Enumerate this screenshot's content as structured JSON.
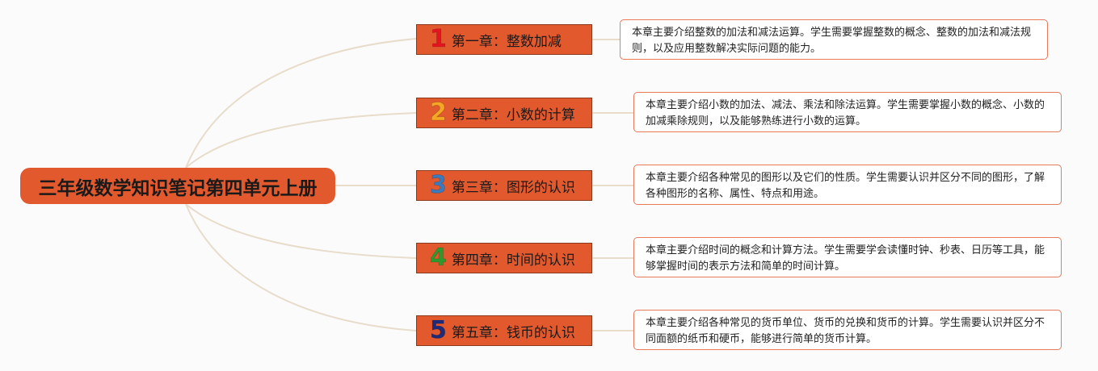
{
  "root": {
    "title": "三年级数学知识笔记第四单元上册"
  },
  "chapters": [
    {
      "number": "1",
      "number_color": "#e3151f",
      "title": "第一章：整数加减",
      "description": "本章主要介绍整数的加法和减法运算。学生需要掌握整数的概念、整数的加法和减法规则，以及应用整数解决实际问题的能力。"
    },
    {
      "number": "2",
      "number_color": "#f5a623",
      "title": "第二章：小数的计算",
      "description": "本章主要介绍小数的加法、减法、乘法和除法运算。学生需要掌握小数的概念、小数的加减乘除规则，以及能够熟练进行小数的运算。"
    },
    {
      "number": "3",
      "number_color": "#3a7bbf",
      "title": "第三章：图形的认识",
      "description": "本章主要介绍各种常见的图形以及它们的性质。学生需要认识并区分不同的图形，了解各种图形的名称、属性、特点和用途。"
    },
    {
      "number": "4",
      "number_color": "#2e9a2e",
      "title": "第四章：时间的认识",
      "description": "本章主要介绍时间的概念和计算方法。学生需要学会读懂时钟、秒表、日历等工具，能够掌握时间的表示方法和简单的时间计算。"
    },
    {
      "number": "5",
      "number_color": "#1f2a78",
      "title": "第五章：钱币的认识",
      "description": "本章主要介绍各种常见的货币单位、货币的兑换和货币的计算。学生需要认识并区分不同面额的纸币和硬币，能够进行简单的货币计算。"
    }
  ],
  "colors": {
    "node_fill": "#e2592e",
    "connector": "#e8dccb",
    "desc_border": "#e87a5a"
  }
}
